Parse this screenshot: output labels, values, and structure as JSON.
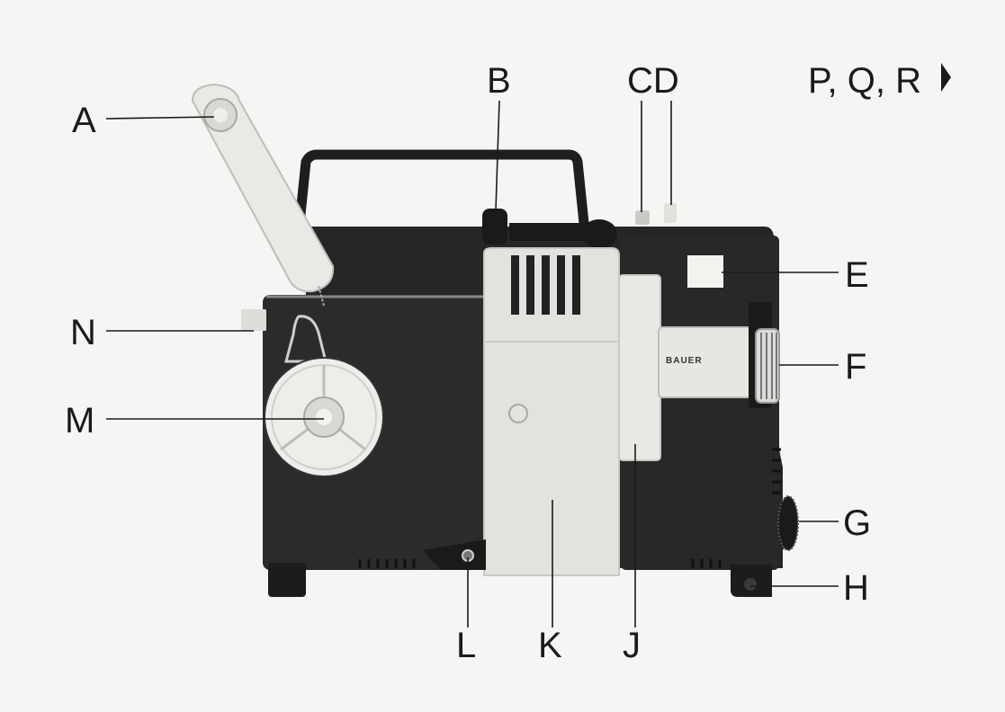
{
  "labels": {
    "A": "A",
    "B": "B",
    "CD": "CD",
    "PQR": "P, Q, R",
    "E": "E",
    "F": "F",
    "G": "G",
    "H": "H",
    "J": "J",
    "K": "K",
    "L": "L",
    "M": "M",
    "N": "N"
  },
  "lens_brand": "BAUER",
  "next_icon": "triangle-right-icon",
  "colors": {
    "background": "#f5f5f3",
    "body": "#2a2a2a",
    "panel": "#e2e2df",
    "ink": "#1a1a1a"
  }
}
